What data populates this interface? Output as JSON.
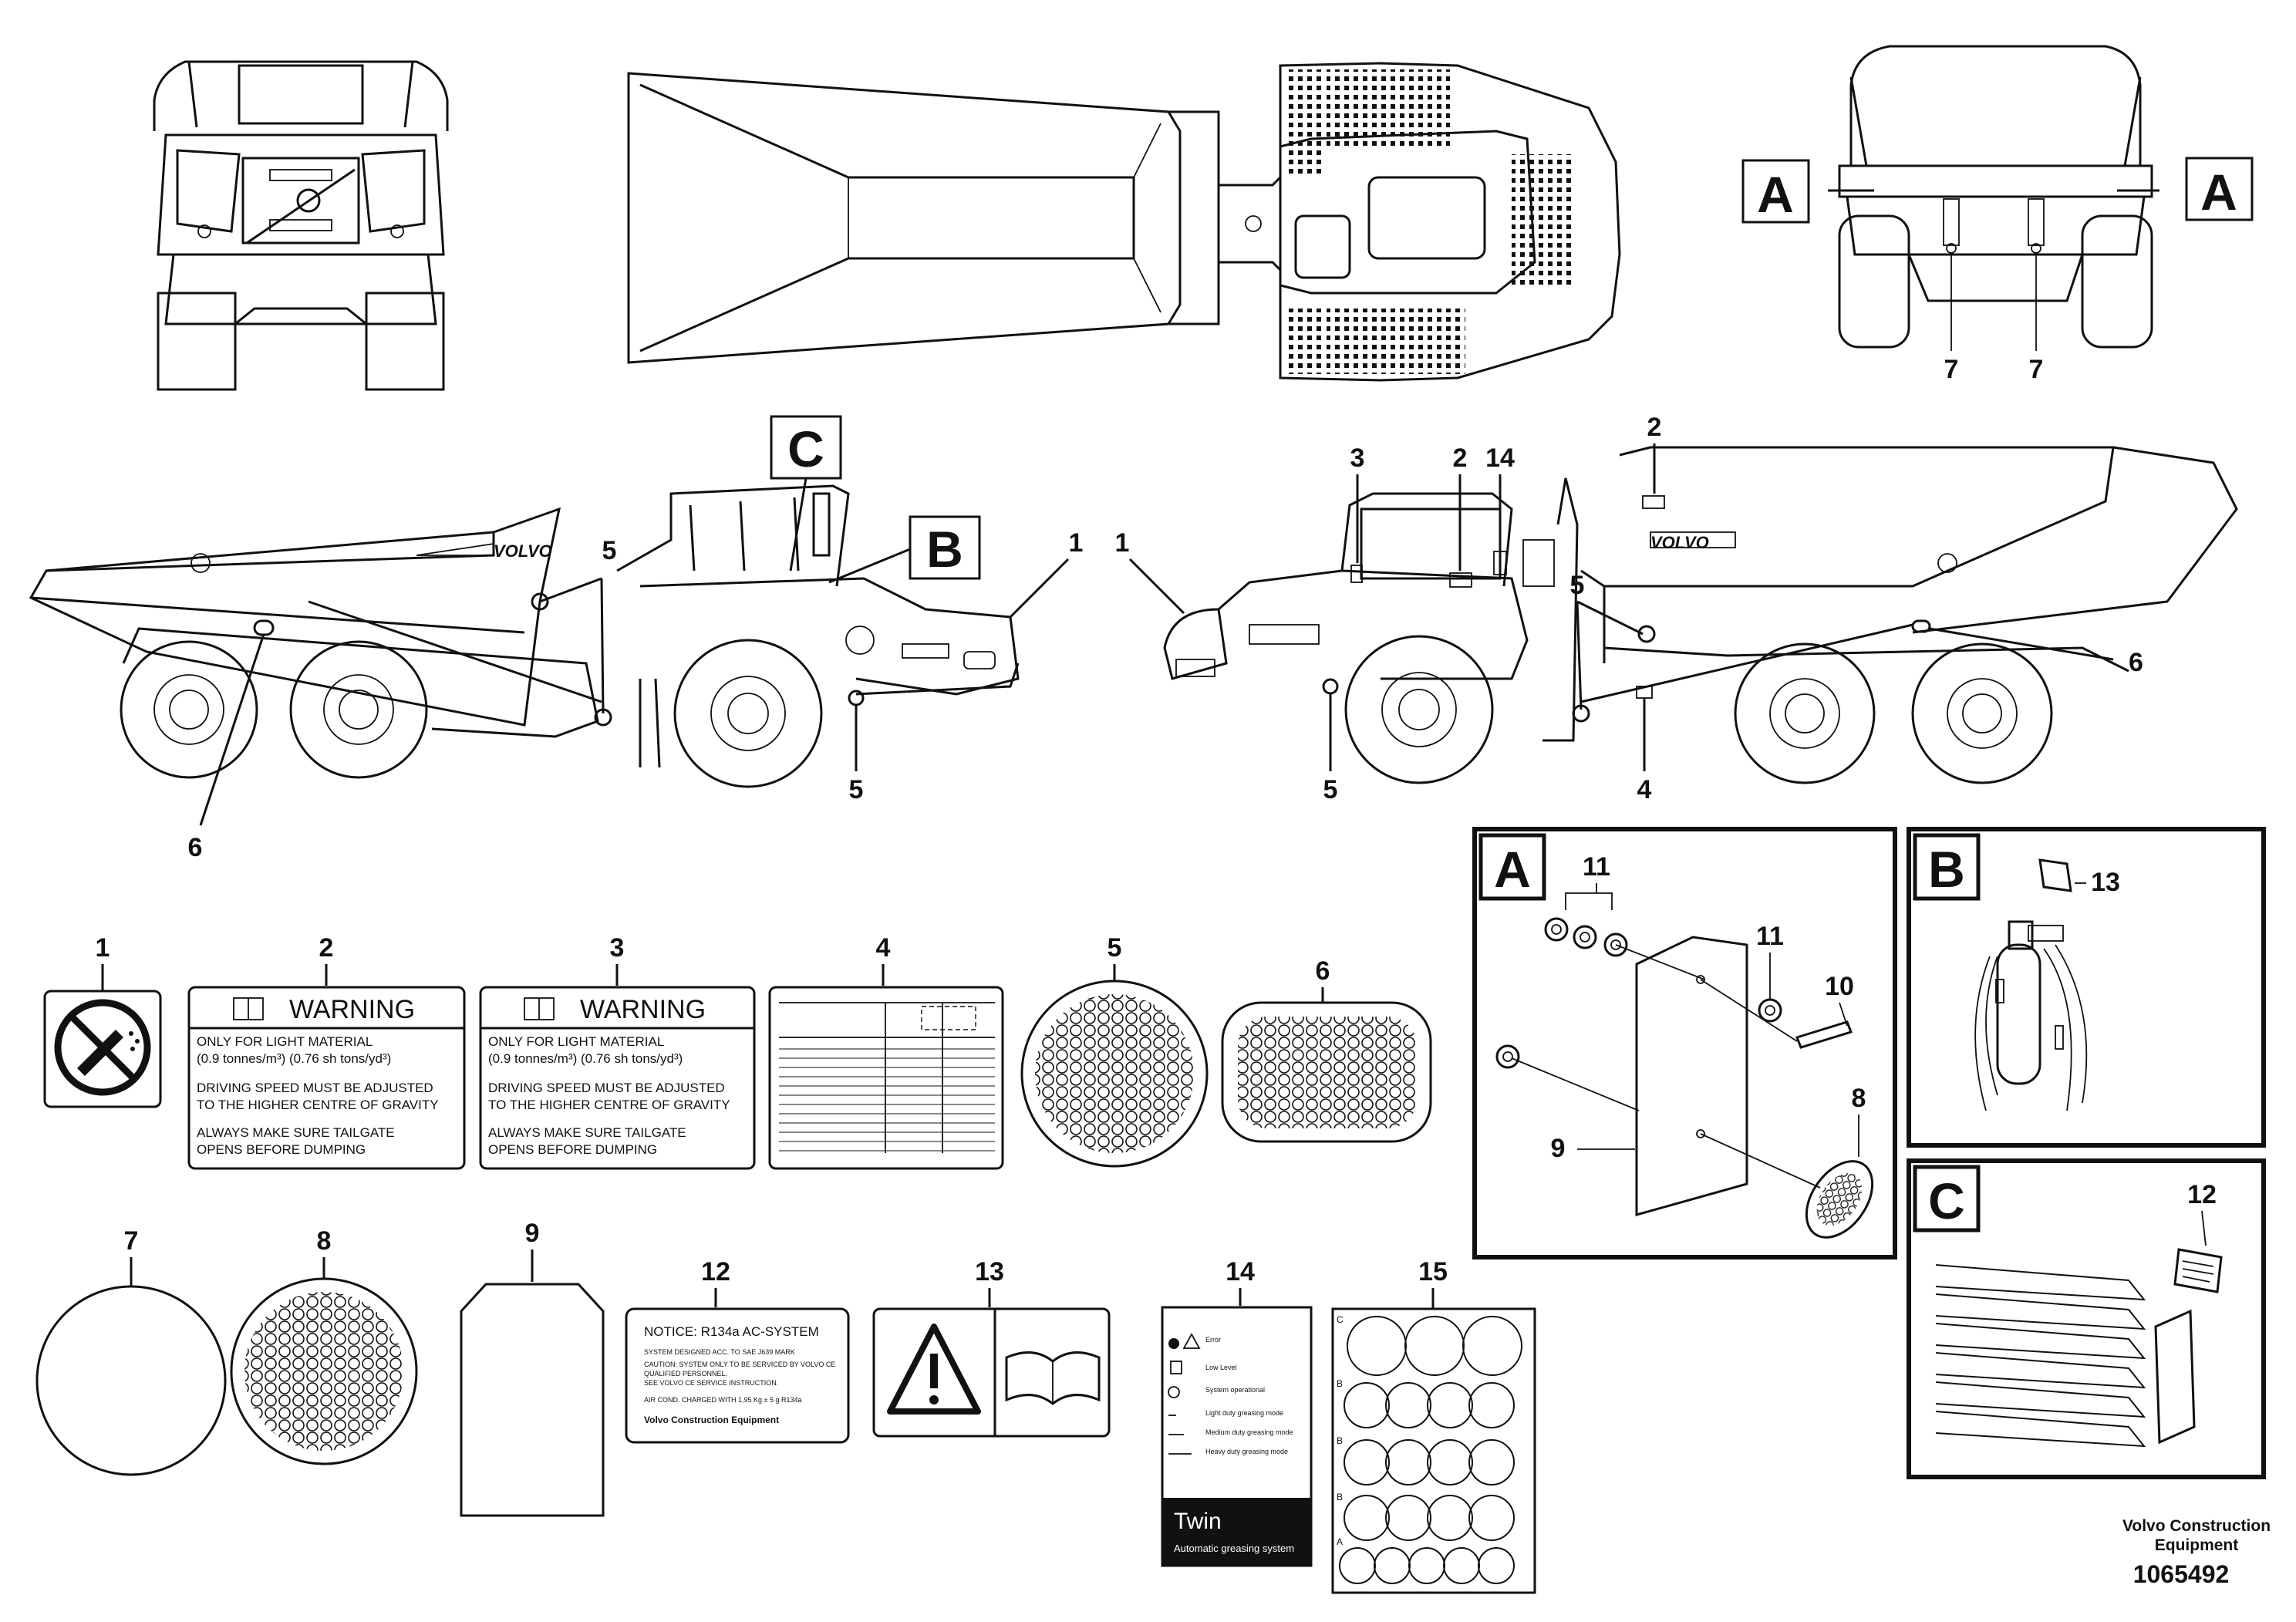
{
  "callout_boxes": [
    "A",
    "A",
    "B",
    "C"
  ],
  "top_rear_numbers": [
    "7",
    "7"
  ],
  "left_side_numbers": [
    "C",
    "B",
    "1",
    "5",
    "6",
    "5"
  ],
  "right_side_numbers": [
    "2",
    "3",
    "2",
    "14",
    "1",
    "5",
    "6",
    "5",
    "4"
  ],
  "brand": "VOLVO",
  "labels_row1": {
    "n1": "1",
    "n2": "2",
    "n3": "3",
    "n4": "4",
    "n5": "5",
    "n6": "6",
    "warning_title": "WARNING",
    "line1": "ONLY FOR LIGHT MATERIAL",
    "line2": "(0.9 tonnes/m³) (0.76 sh tons/yd³)",
    "line3": "DRIVING SPEED MUST BE ADJUSTED",
    "line4": "TO THE HIGHER CENTRE OF GRAVITY",
    "line5": "ALWAYS MAKE SURE TAILGATE",
    "line6": "OPENS BEFORE DUMPING"
  },
  "labels_row2": {
    "n7": "7",
    "n8": "8",
    "n9": "9",
    "n12": "12",
    "n13": "13",
    "n14": "14",
    "n15": "15",
    "notice_title": "NOTICE: R134a AC-SYSTEM",
    "notice_l1": "SYSTEM DESIGNED ACC. TO SAE J639 MARK",
    "notice_l2": "CAUTION: SYSTEM ONLY TO BE SERVICED BY VOLVO CE",
    "notice_l3": "QUALIFIED PERSONNEL.",
    "notice_l4": "SEE VOLVO CE SERVICE INSTRUCTION.",
    "notice_l5": "AIR COND. CHARGED WITH 1,95 Kg ± 5 g R134a",
    "notice_brand": "Volvo Construction Equipment",
    "twin_title": "Twin",
    "twin_sub": "Automatic greasing system",
    "twin_l1": "Error",
    "twin_l2": "Low Level",
    "twin_l3": "System operational",
    "twin_l4": "Light duty greasing mode",
    "twin_l5": "Medium duty greasing mode",
    "twin_l6": "Heavy duty greasing mode",
    "sheet_rows": [
      "C",
      "B",
      "B",
      "B",
      "A"
    ]
  },
  "detail_a": {
    "title": "A",
    "n11a": "11",
    "n11b": "11",
    "n10": "10",
    "n8": "8",
    "n9": "9"
  },
  "detail_b": {
    "title": "B",
    "n13": "13"
  },
  "detail_c": {
    "title": "C",
    "n12": "12"
  },
  "footer": {
    "company_line1": "Volvo Construction",
    "company_line2": "Equipment",
    "drawing_number": "1065492"
  }
}
